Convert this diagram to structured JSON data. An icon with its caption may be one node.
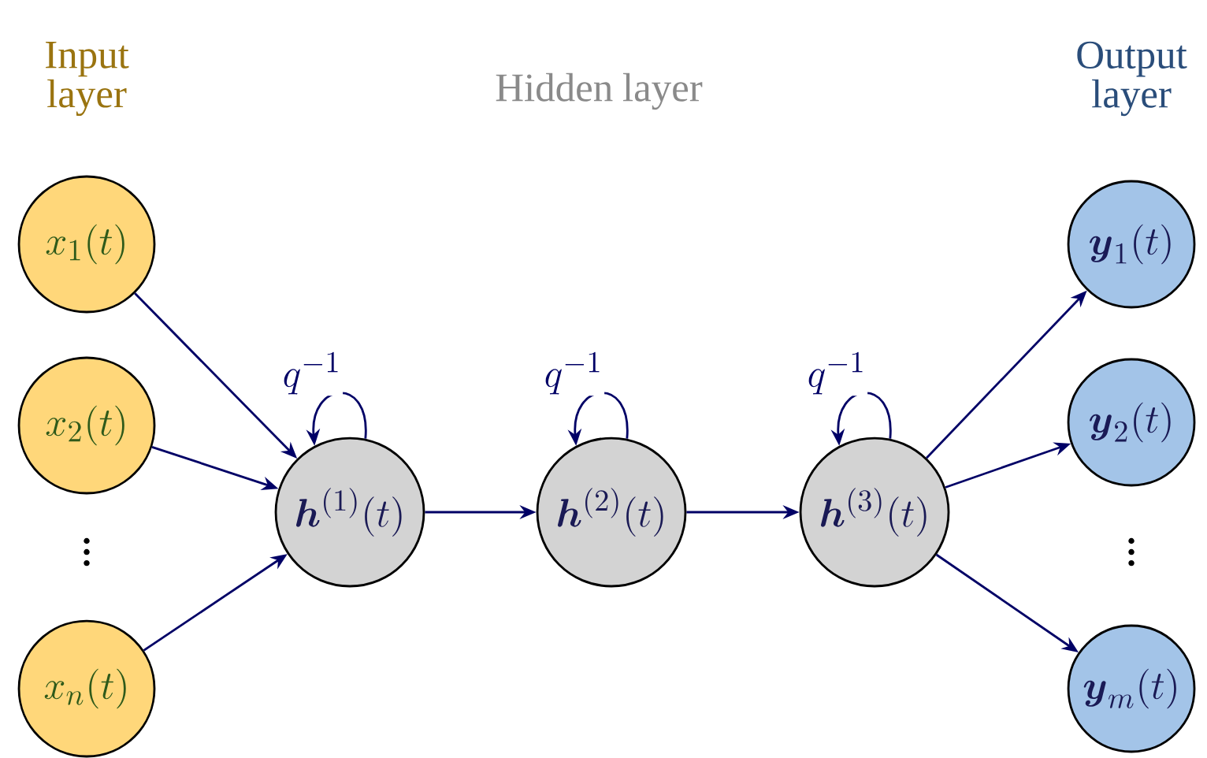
{
  "diagram": {
    "nodes": [
      {
        "text": [
          "x_1(t)"
        ]
      },
      {
        "text": [
          "x_2(t)"
        ]
      },
      {
        "text": [
          "x_n(t)"
        ]
      },
      {
        "text": [
          "\\boldsymbol{h}^{(1)}(t)"
        ]
      },
      {
        "text": [
          "\\boldsymbol{h}^{(2)}(t)"
        ]
      },
      {
        "text": [
          "\\boldsymbol{h}^{(3)}(t)"
        ]
      },
      {
        "text": [
          "\\boldsymbol{y}_1(t)"
        ]
      },
      {
        "text": [
          "\\boldsymbol{y}_2(t)"
        ]
      },
      {
        "text": [
          "\\boldsymbol{y}_m(t)"
        ]
      }
    ],
    "edges": [
      {
        "from": 0,
        "to": 3,
        "arrow": "to"
      },
      {
        "from": 1,
        "to": 3,
        "arrow": "to"
      },
      {
        "from": 2,
        "to": 3,
        "arrow": "to"
      },
      {
        "from": 3,
        "to": 3,
        "arrow": "to",
        "label": "q^{-1}"
      },
      {
        "from": 3,
        "to": 4,
        "arrow": "to"
      },
      {
        "from": 4,
        "to": 4,
        "arrow": "to",
        "label": "q^{-1}"
      },
      {
        "from": 4,
        "to": 5,
        "arrow": "to"
      },
      {
        "from": 5,
        "to": 5,
        "arrow": "to",
        "label": "q^{-1}"
      },
      {
        "from": 5,
        "to": 6,
        "arrow": "to"
      },
      {
        "from": 5,
        "to": 7,
        "arrow": "to"
      },
      {
        "from": 5,
        "to": 8,
        "arrow": "to"
      }
    ],
    "labels": [
      "Input layer",
      "Hidden layer",
      "Output layer",
      "\\vdots",
      "\\vdots"
    ]
  }
}
